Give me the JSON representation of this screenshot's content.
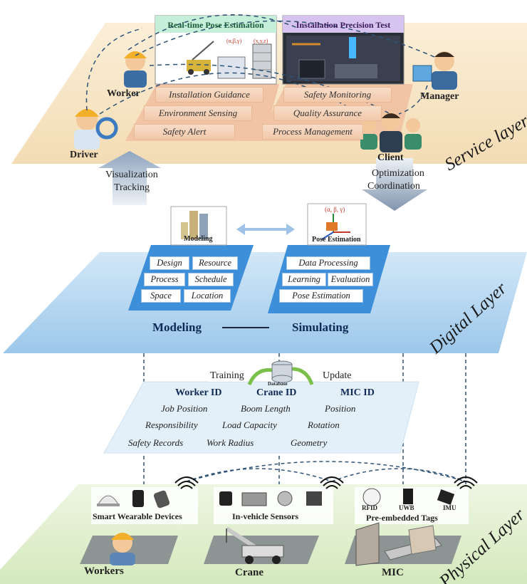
{
  "layers": {
    "service": "Service layer",
    "digital": "Digital Layer",
    "physical": "Physical Layer"
  },
  "service": {
    "panel_left_title": "Real-time Pose Estimation",
    "panel_right_title": "Installation Precision Test",
    "pose_label": "(α,β,γ)",
    "pose_label2": "(x,y,z)",
    "actors": {
      "worker": "Worker",
      "driver": "Driver",
      "manager": "Manager",
      "client": "Client"
    },
    "left_items": [
      "Installation Guidance",
      "Environment Sensing",
      "Safety Alert"
    ],
    "right_items": [
      "Safety Monitoring",
      "Quality Assurance",
      "Process Management"
    ]
  },
  "arrows": {
    "up_line1": "Visualization",
    "up_line2": "Tracking",
    "down_line1": "Optimization",
    "down_line2": "Coordination"
  },
  "digital": {
    "modeling_icon_label": "Modeling",
    "pose_icon_label": "Pose Estimation",
    "pose_icon_formula": "(α, β, γ)",
    "modeling_items": [
      "Design",
      "Resource",
      "Process",
      "Schedule",
      "Space",
      "Location"
    ],
    "simulating_items": [
      "Data Processing",
      "Learning",
      "Evaluation",
      "Pose Estimation"
    ],
    "modeling_caption": "Modeling",
    "simulating_caption": "Simulating"
  },
  "data": {
    "training": "Training",
    "database": "Database",
    "update": "Update",
    "columns": [
      {
        "title": "Worker ID",
        "items": [
          "Job Position",
          "Responsibility",
          "Safety Records"
        ]
      },
      {
        "title": "Crane ID",
        "items": [
          "Boom Length",
          "Load Capacity",
          "Work Radius"
        ]
      },
      {
        "title": "MIC ID",
        "items": [
          "Position",
          "Rotation",
          "Geometry"
        ]
      }
    ]
  },
  "physical": {
    "devices_left": "Smart Wearable Devices",
    "devices_mid": "In-vehicle Sensors",
    "devices_right": "Pre-embedded Tags",
    "tag_labels": [
      "RFID",
      "UWB",
      "IMU"
    ],
    "entities": [
      "Workers",
      "Crane",
      "MIC"
    ]
  },
  "colors": {
    "service_plane": "#f8e6c6",
    "digital_plane": "#b9d9f2",
    "digital_panel": "#3d8fd9",
    "physical_plane": "#dfeecb",
    "dashed": "#2f5377",
    "panel_left_head": "#c6efd9",
    "panel_right_head": "#d7c3ef"
  }
}
